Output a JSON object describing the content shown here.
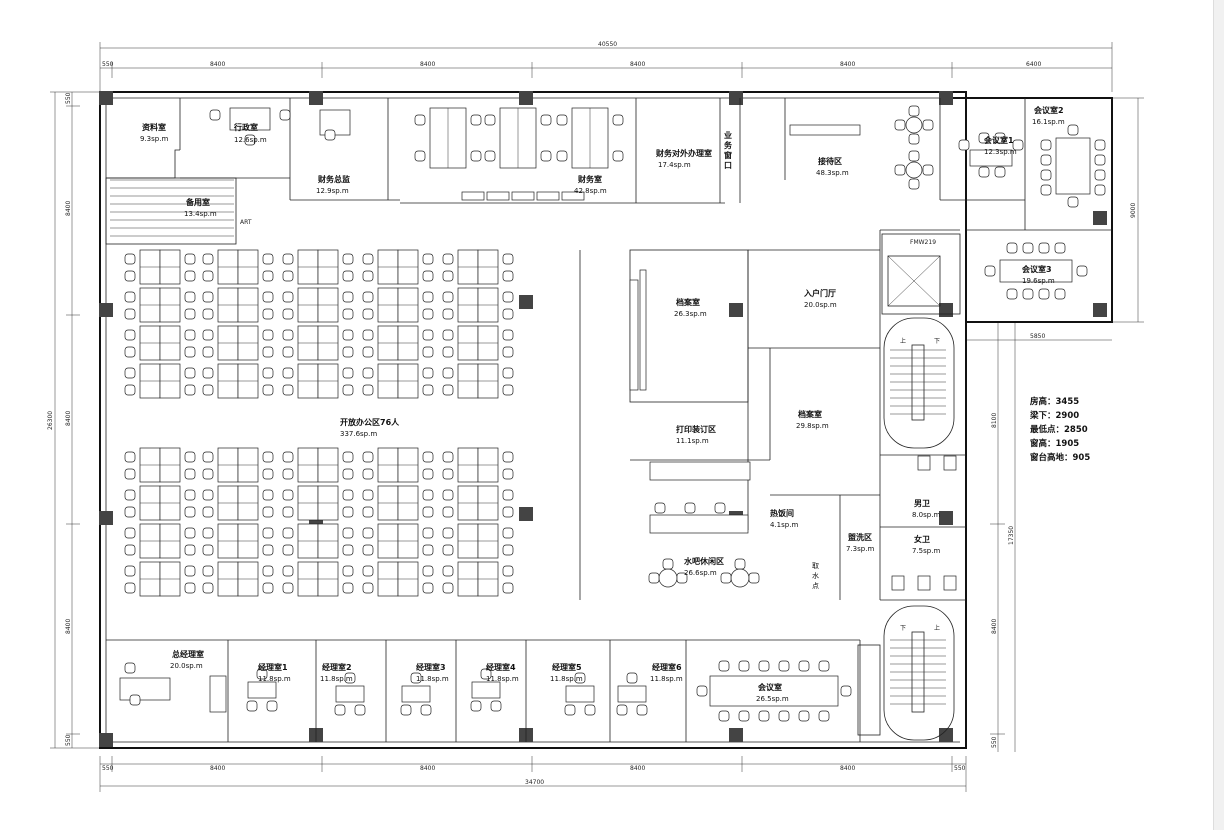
{
  "dimensions": {
    "top_total": "40550",
    "top_segments": [
      "550",
      "8400",
      "8400",
      "8400",
      "8400",
      "6400"
    ],
    "bottom_segments": [
      "550",
      "8400",
      "8400",
      "8400",
      "8400",
      "550"
    ],
    "bottom_total": "34700",
    "left_total": "26300",
    "left_segments": [
      "550",
      "8400",
      "8400",
      "8400",
      "550"
    ],
    "right_upper": "9000",
    "right_lower_total": "17350",
    "right_lower_segments": [
      "8100",
      "8400",
      "550"
    ],
    "right_width": "5850"
  },
  "rooms": [
    {
      "name": "资料室",
      "area": "9.3sp.m"
    },
    {
      "name": "行政室",
      "area": "12.6sp.m"
    },
    {
      "name": "备用室",
      "area": "13.4sp.m"
    },
    {
      "name": "ART",
      "area": ""
    },
    {
      "name": "财务总监",
      "area": "12.9sp.m"
    },
    {
      "name": "财务室",
      "area": "42.8sp.m"
    },
    {
      "name": "财务对外办理室",
      "area": "17.4sp.m"
    },
    {
      "name": "业务窗口",
      "area": ""
    },
    {
      "name": "接待区",
      "area": "48.3sp.m"
    },
    {
      "name": "会议室1",
      "area": "12.3sp.m"
    },
    {
      "name": "会议室2",
      "area": "16.1sp.m"
    },
    {
      "name": "会议室3",
      "area": "19.6sp.m"
    },
    {
      "name": "开放办公区76人",
      "area": "337.6sp.m"
    },
    {
      "name": "档案室",
      "area": "26.3sp.m"
    },
    {
      "name": "入户门厅",
      "area": "20.0sp.m"
    },
    {
      "name": "打印装订区",
      "area": "11.1sp.m"
    },
    {
      "name": "档案室",
      "area": "29.8sp.m"
    },
    {
      "name": "热饭间",
      "area": "4.1sp.m"
    },
    {
      "name": "盥洗区",
      "area": "7.3sp.m"
    },
    {
      "name": "男卫",
      "area": "8.0sp.m"
    },
    {
      "name": "女卫",
      "area": "7.5sp.m"
    },
    {
      "name": "水吧休闲区",
      "area": "26.6sp.m"
    },
    {
      "name": "总经理室",
      "area": "20.0sp.m"
    },
    {
      "name": "经理室1",
      "area": "11.8sp.m"
    },
    {
      "name": "经理室2",
      "area": "11.8sp.m"
    },
    {
      "name": "经理室3",
      "area": "11.8sp.m"
    },
    {
      "name": "经理室4",
      "area": "11.8sp.m"
    },
    {
      "name": "经理室5",
      "area": "11.8sp.m"
    },
    {
      "name": "经理室6",
      "area": "11.8sp.m"
    },
    {
      "name": "会议室",
      "area": "26.5sp.m"
    }
  ],
  "misc_labels": {
    "elevator": "FMW219",
    "water": "取水点",
    "stair_up": "上",
    "stair_down": "下"
  },
  "spec_notes": [
    "房高：3455",
    "梁下：2900",
    "最低点：2850",
    "窗高：1905",
    "窗台高地：905"
  ]
}
